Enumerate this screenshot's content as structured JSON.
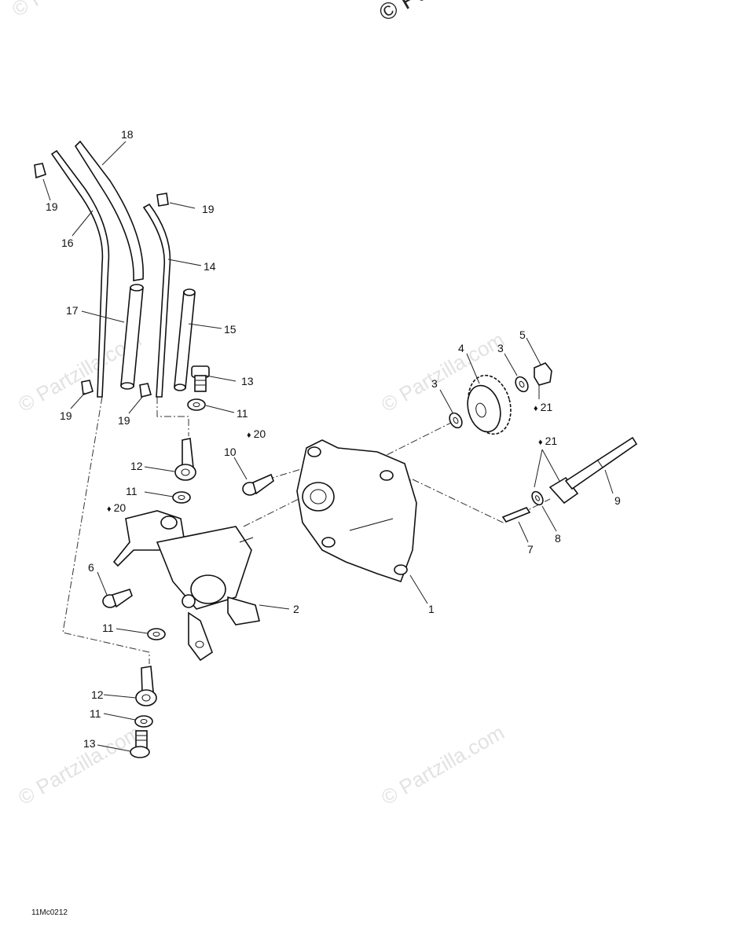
{
  "watermark": {
    "text": "© Partzilla.com",
    "top_fragment": "© Par",
    "top_left_fragment": "© Pa"
  },
  "diagram_code": "11Mc0212",
  "oil_drop_symbol": "♦",
  "callouts": {
    "c1": "1",
    "c2": "2",
    "c3a": "3",
    "c3b": "3",
    "c4": "4",
    "c5": "5",
    "c6": "6",
    "c7": "7",
    "c8": "8",
    "c9": "9",
    "c10": "10",
    "c11a": "11",
    "c11b": "11",
    "c11c": "11",
    "c11d": "11",
    "c12a": "12",
    "c12b": "12",
    "c13a": "13",
    "c13b": "13",
    "c14": "14",
    "c15": "15",
    "c16": "16",
    "c17": "17",
    "c18": "18",
    "c19a": "19",
    "c19b": "19",
    "c19c": "19",
    "c19d": "19",
    "c20a": "20",
    "c20b": "20",
    "c21a": "21",
    "c21b": "21"
  }
}
